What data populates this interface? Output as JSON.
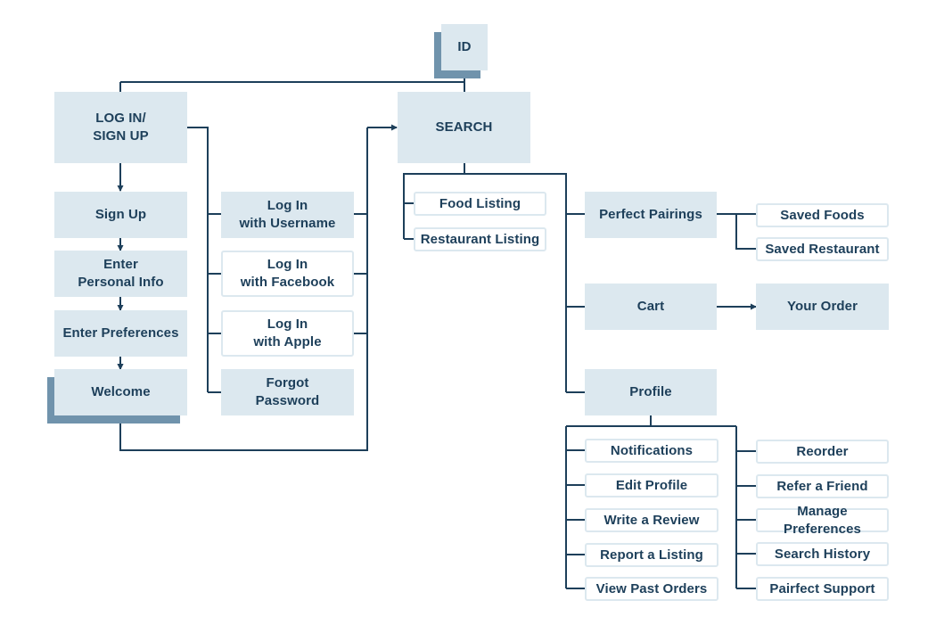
{
  "colors": {
    "box_fill": "#dce8ef",
    "box_outline": "#dce8ef",
    "text": "#1d3f5a",
    "connector": "#1d3f5a",
    "shadow": "#7093ac"
  },
  "nodes": {
    "id": "ID",
    "login": "LOG IN/\nSIGN UP",
    "search": "SEARCH",
    "sign_up": "Sign Up",
    "enter_personal_info": "Enter\nPersonal Info",
    "enter_preferences": "Enter Preferences",
    "welcome": "Welcome",
    "login_username": "Log In\nwith Username",
    "login_facebook": "Log In\nwith Facebook",
    "login_apple": "Log In\nwith Apple",
    "forgot_password": "Forgot\nPassword",
    "food_listing": "Food Listing",
    "restaurant_listing": "Restaurant Listing",
    "perfect_pairings": "Perfect Pairings",
    "saved_foods": "Saved Foods",
    "saved_restaurant": "Saved Restaurant",
    "cart": "Cart",
    "your_order": "Your Order",
    "profile": "Profile",
    "notifications": "Notifications",
    "edit_profile": "Edit Profile",
    "write_review": "Write a Review",
    "report_listing": "Report a Listing",
    "view_past_orders": "View Past Orders",
    "reorder": "Reorder",
    "refer_friend": "Refer a Friend",
    "manage_preferences": "Manage Preferences",
    "search_history": "Search History",
    "pairfect_support": "Pairfect Support"
  }
}
